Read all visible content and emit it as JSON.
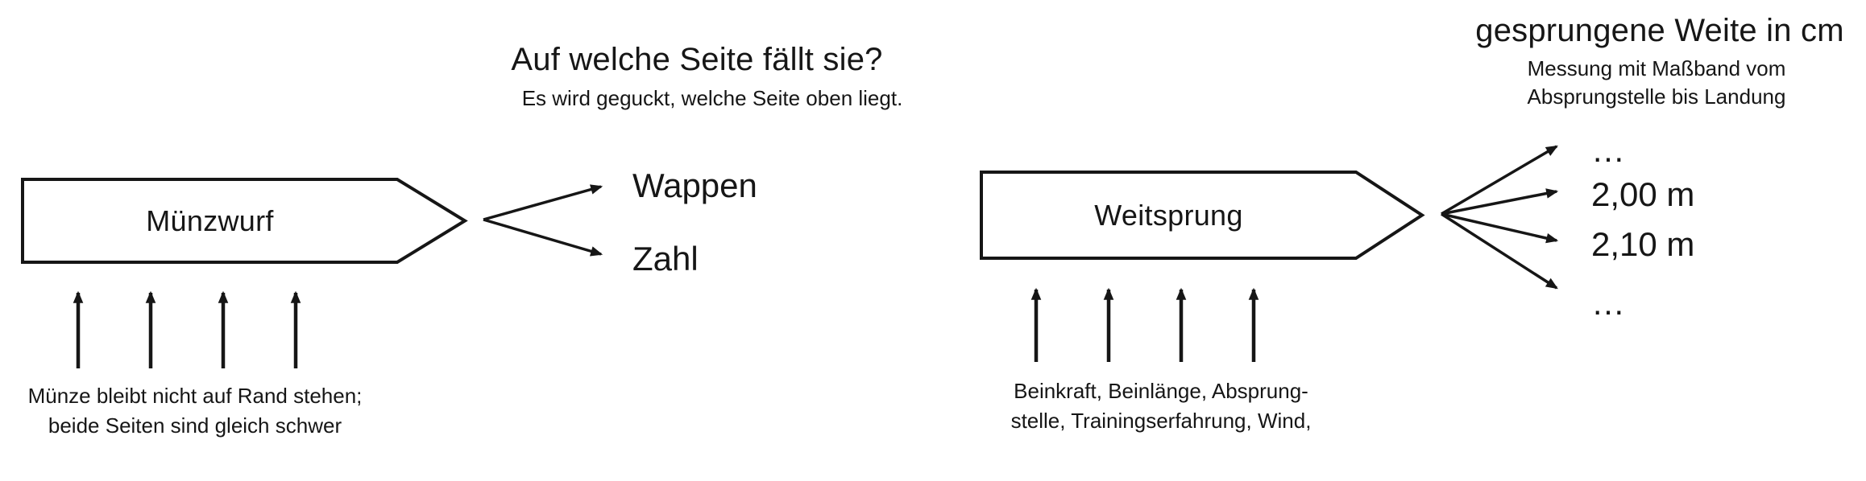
{
  "page": {
    "background": "#ffffff",
    "ink": "#161616"
  },
  "left_example": {
    "question": {
      "title": "Auf welche Seite fällt sie?",
      "subtitle": "Es wird geguckt, welche Seite oben liegt."
    },
    "process_label": "Münzwurf",
    "outcomes": [
      "Wappen",
      "Zahl"
    ],
    "influences_note": {
      "line1": "Münze bleibt nicht auf Rand stehen;",
      "line2": "beide Seiten sind gleich schwer"
    }
  },
  "right_example": {
    "question": {
      "title": "gesprungene Weite in cm",
      "subtitle_line1": "Messung mit Maßband vom",
      "subtitle_line2": "Absprungstelle bis Landung"
    },
    "process_label": "Weitsprung",
    "outcomes": [
      "…",
      "2,00 m",
      "2,10 m",
      "…"
    ],
    "influences_note": {
      "line1": "Beinkraft, Beinlänge, Absprung-",
      "line2": "stelle, Trainingserfahrung, Wind,"
    }
  }
}
